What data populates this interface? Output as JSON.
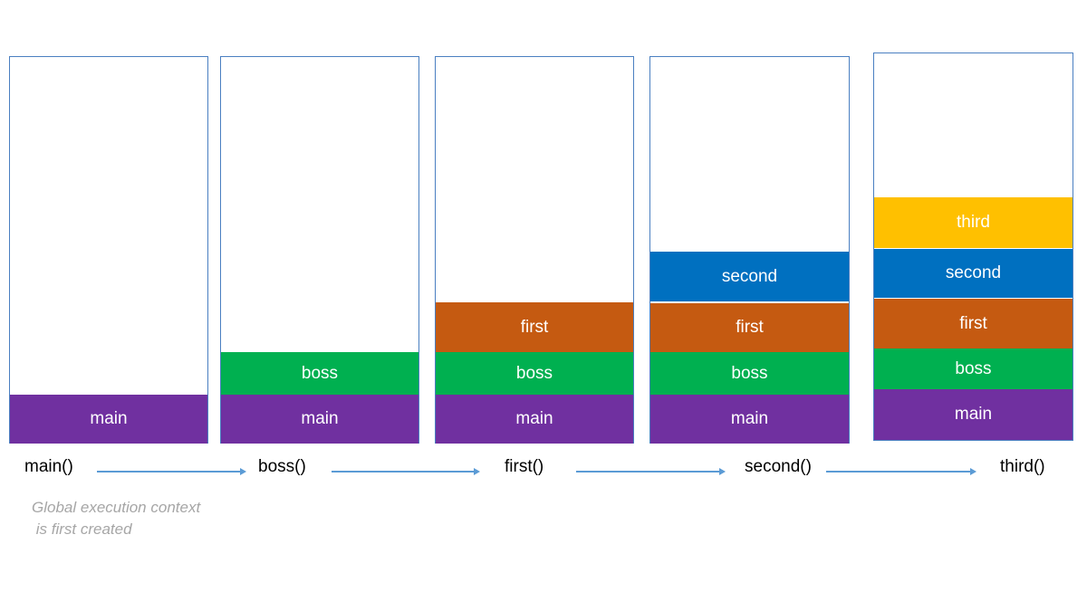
{
  "colors": {
    "main": "#7030a0",
    "boss": "#00b050",
    "first": "#c55a11",
    "second": "#0070c0",
    "third": "#ffc000",
    "border": "#4a7fc1",
    "arrow": "#5b9bd5",
    "note": "#a6a6a6"
  },
  "stacks": [
    {
      "call": "main()",
      "frames": [
        {
          "label": "main",
          "color_key": "main"
        }
      ]
    },
    {
      "call": "boss()",
      "frames": [
        {
          "label": "main",
          "color_key": "main"
        },
        {
          "label": "boss",
          "color_key": "boss"
        }
      ]
    },
    {
      "call": "first()",
      "frames": [
        {
          "label": "main",
          "color_key": "main"
        },
        {
          "label": "boss",
          "color_key": "boss"
        },
        {
          "label": "first",
          "color_key": "first"
        }
      ]
    },
    {
      "call": "second()",
      "frames": [
        {
          "label": "main",
          "color_key": "main"
        },
        {
          "label": "boss",
          "color_key": "boss"
        },
        {
          "label": "first",
          "color_key": "first"
        },
        {
          "label": "second",
          "color_key": "second"
        }
      ]
    },
    {
      "call": "third()",
      "frames": [
        {
          "label": "main",
          "color_key": "main"
        },
        {
          "label": "boss",
          "color_key": "boss"
        },
        {
          "label": "first",
          "color_key": "first"
        },
        {
          "label": "second",
          "color_key": "second"
        },
        {
          "label": "third",
          "color_key": "third"
        }
      ]
    }
  ],
  "note": {
    "line1": "Global execution context",
    "line2": " is first created"
  }
}
